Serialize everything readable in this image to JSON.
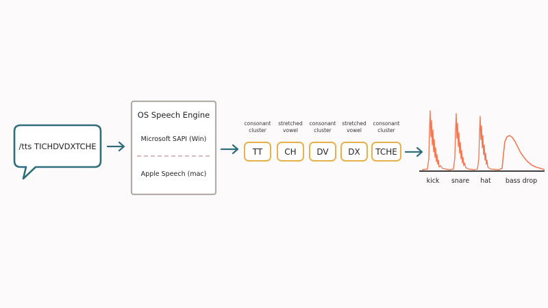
{
  "bubble": {
    "command": "/tts TICHDVDXTCHE"
  },
  "engine": {
    "title": "OS Speech Engine",
    "options": [
      "Microsoft SAPI (Win)",
      "Apple Speech (mac)"
    ]
  },
  "phonemes": [
    {
      "token": "TT",
      "caption": [
        "consonant",
        "cluster"
      ]
    },
    {
      "token": "CH",
      "caption": [
        "stretched",
        "vowel"
      ]
    },
    {
      "token": "DV",
      "caption": [
        "consonant",
        "cluster"
      ]
    },
    {
      "token": "DX",
      "caption": [
        "stretched",
        "vowel"
      ]
    },
    {
      "token": "TCHE",
      "caption": [
        "consonant",
        "cluster"
      ]
    }
  ],
  "waveform": {
    "labels": [
      "kick",
      "snare",
      "hat",
      "bass drop"
    ]
  },
  "colors": {
    "arrow": "#2e6d7a",
    "bubble_stroke": "#2e6d7a",
    "box_stroke": "#b3aca6",
    "divider": "#c9a4a8",
    "chip_stroke": "#e6b14a",
    "wave": "#ef7a56"
  }
}
